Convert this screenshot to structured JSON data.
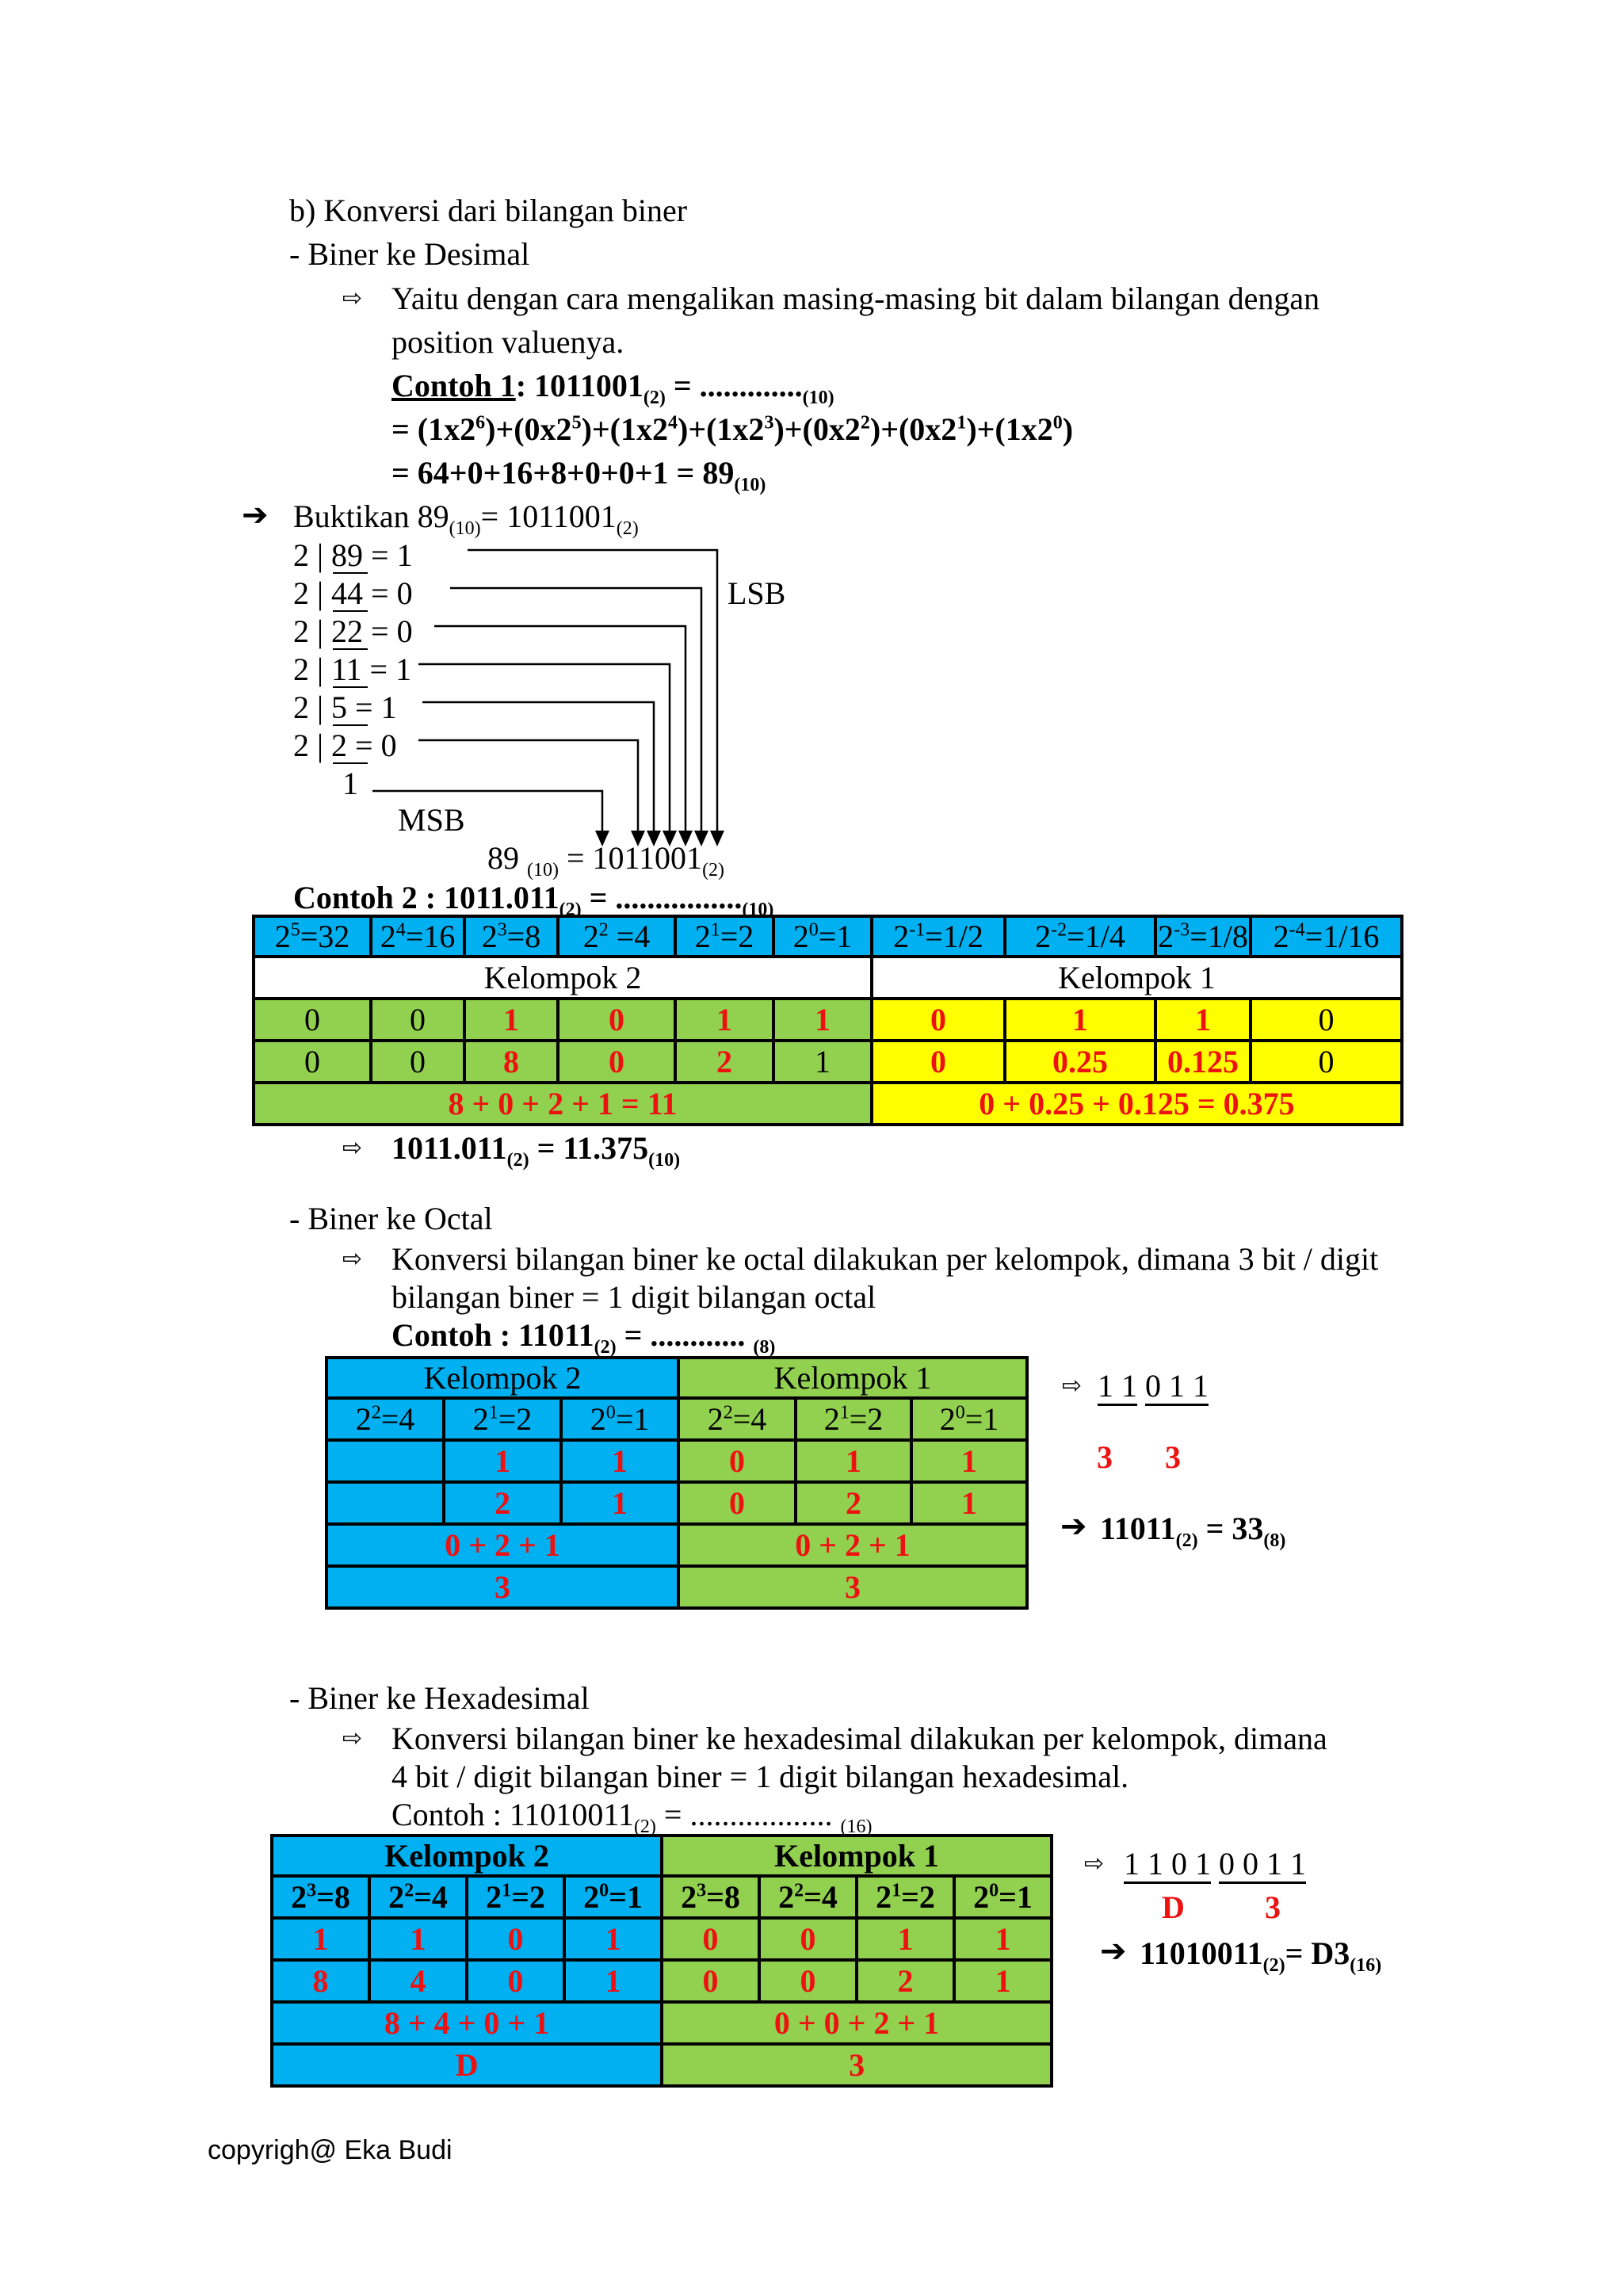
{
  "section_b": {
    "heading": "b)  Konversi dari bilangan biner",
    "sub1": "-    Biner ke Desimal",
    "desc1": "Yaitu  dengan  cara  mengalikan  masing-masing  bit  dalam  bilangan  dengan",
    "desc2": "position  valuenya.",
    "contoh1_label": "Contoh 1",
    "contoh1_num": "1011001",
    "contoh1_dots": " = .............",
    "expand_line": "= (1x2^6)+(0x2^5)+(1x2^4)+(1x2^3)+(0x2^2)+(0x2^1)+(1x2^0)",
    "sum_line": "= 64+0+16+8+0+0+1 = 89",
    "base2": "(2)",
    "base10": "(10)",
    "base8": "(8)",
    "base16": "(16)"
  },
  "proof": {
    "title_prefix": "Buktikan 89",
    "title_mid": "= 1011001",
    "steps": [
      "2 | 89 = 1",
      "2 | 44 = 0",
      "2 | 22 = 0",
      "2 | 11 = 1",
      "2 |  5  = 1",
      "2 |  2  = 0",
      "1"
    ],
    "lsb": "LSB",
    "msb": "MSB",
    "result_a": "89",
    "result_b": " = 1011001"
  },
  "contoh2": {
    "label": "Contoh 2 : 1011.011",
    "dots": " = ................",
    "header": [
      "2^5=32",
      "2^4=16",
      "2^3=8",
      "2^2 =4",
      "2^1=2",
      "2^0=1",
      "2^-1=1/2",
      "2^-2=1/4",
      "2^-3=1/8",
      "2^-4=1/16"
    ],
    "group_left": "Kelompok 2",
    "group_right": "Kelompok 1",
    "bits": [
      "0",
      "0",
      "1",
      "0",
      "1",
      "1",
      "0",
      "1",
      "1",
      "0"
    ],
    "vals": [
      "0",
      "0",
      "8",
      "0",
      "2",
      "1",
      "0",
      "0.25",
      "0.125",
      "0"
    ],
    "sum_left": "8 + 0 + 2 + 1 = 11",
    "sum_right": "0 + 0.25 + 0.125 = 0.375",
    "result_a": "1011.011",
    "result_b": " = 11.375"
  },
  "octal": {
    "sub": "-    Biner ke Octal",
    "desc1": "Konversi bilangan  biner ke octal dilakukan per kelompok, dimana 3 bit / digit",
    "desc2": "bilangan biner  = 1 digit bilangan octal",
    "contoh_label": "Contoh : 11011",
    "contoh_dots": " = ............ ",
    "group_left": "Kelompok 2",
    "group_right": "Kelompok 1",
    "header": [
      "2^2=4",
      "2^1=2",
      "2^0=1",
      "2^2=4",
      "2^1=2",
      "2^0=1"
    ],
    "bits": [
      "",
      "1",
      "1",
      "0",
      "1",
      "1"
    ],
    "vals": [
      "",
      "2",
      "1",
      "0",
      "2",
      "1"
    ],
    "sum_left": "0 + 2 + 1",
    "sum_right": "0 + 2 + 1",
    "digit_left": "3",
    "digit_right": "3",
    "side_g1": "1 1",
    "side_g2": "0 1 1",
    "side_d1": "3",
    "side_d2": "3",
    "side_res_a": "11011",
    "side_res_b": " = 33"
  },
  "hex": {
    "sub": "-    Biner ke Hexadesimal",
    "desc1": "Konversi  bilangan  biner  ke  hexadesimal  dilakukan  per  kelompok,  dimana",
    "desc2": "4  bit  /  digit bilangan biner = 1 digit bilangan hexadesimal.",
    "contoh_label": "Contoh : 11010011",
    "contoh_dots": " = .................. ",
    "group_left": "Kelompok 2",
    "group_right": "Kelompok 1",
    "header": [
      "2^3=8",
      "2^2=4",
      "2^1=2",
      "2^0=1",
      "2^3=8",
      "2^2=4",
      "2^1=2",
      "2^0=1"
    ],
    "bits": [
      "1",
      "1",
      "0",
      "1",
      "0",
      "0",
      "1",
      "1"
    ],
    "vals": [
      "8",
      "4",
      "0",
      "1",
      "0",
      "0",
      "2",
      "1"
    ],
    "sum_left": "8 + 4 + 0 + 1",
    "sum_right": "0 + 0 + 2 + 1",
    "digit_left": "D",
    "digit_right": "3",
    "side_g1": "1 1 0 1",
    "side_g2": "0 0 1 1",
    "side_d1": "D",
    "side_d2": "3",
    "side_res_a": "11010011",
    "side_res_b": "= D3"
  },
  "footer": "copyrigh@ Eka Budi"
}
